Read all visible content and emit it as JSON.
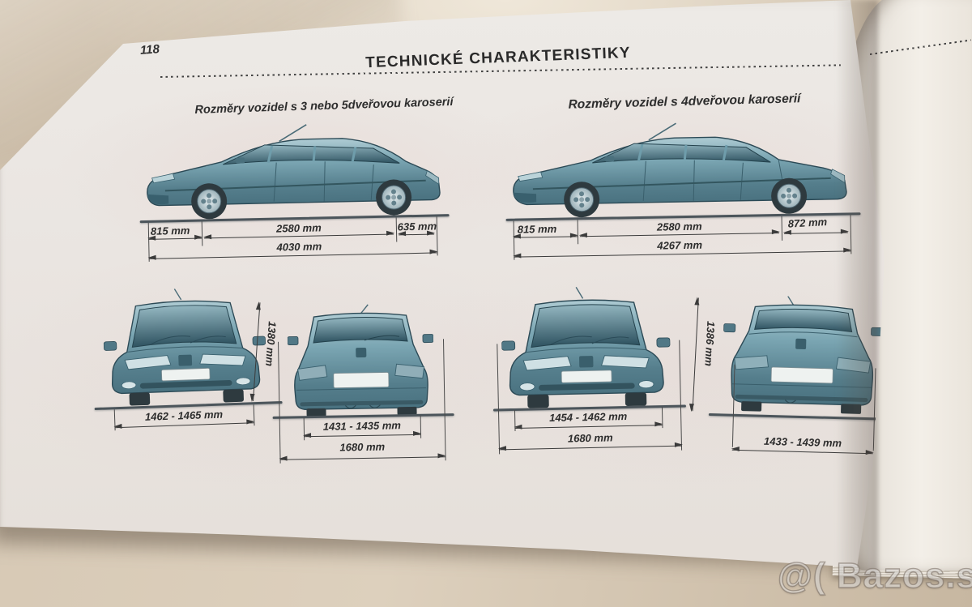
{
  "photo": {
    "watermark": "@( Bazos.sk"
  },
  "colors": {
    "car_body": "#6f9dab",
    "page_paper": "#eae5e1",
    "ink": "#2e2e2e",
    "fabric_background": "#d6c8b4"
  },
  "page": {
    "number": "118",
    "title": "TECHNICKÉ CHARAKTERISTIKY",
    "sections": [
      {
        "heading": "Rozměry vozidel s 3 nebo 5dveřovou karoserií",
        "side_view": {
          "front_overhang": "815 mm",
          "wheelbase": "2580 mm",
          "rear_overhang": "635 mm",
          "overall_length": "4030 mm"
        },
        "front_view": {
          "front_track": "1462 - 1465 mm"
        },
        "height": "1380 mm",
        "rear_view": {
          "rear_track": "1431 - 1435 mm",
          "overall_width": "1680 mm"
        }
      },
      {
        "heading": "Rozměry vozidel s 4dveřovou karoserií",
        "side_view": {
          "front_overhang": "815 mm",
          "wheelbase": "2580 mm",
          "rear_overhang": "872 mm",
          "overall_length": "4267 mm"
        },
        "front_view": {
          "front_track": "1454 - 1462 mm",
          "overall_width": "1680 mm"
        },
        "height": "1386 mm",
        "rear_view": {
          "rear_track": "1433 - 1439 mm"
        }
      }
    ]
  }
}
